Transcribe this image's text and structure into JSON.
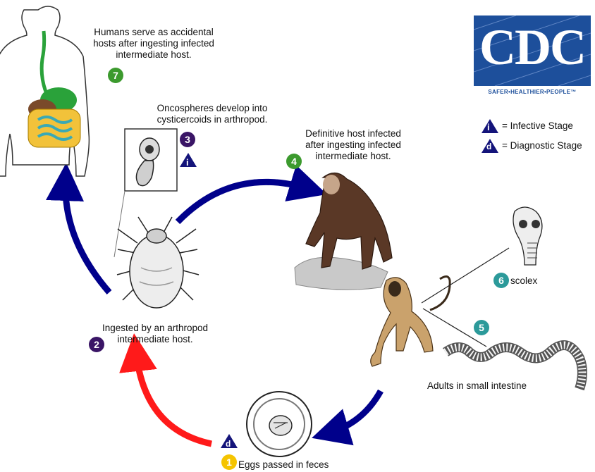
{
  "logo": {
    "text": "CDC",
    "tagline": "SAFER•HEALTHIER•PEOPLE™"
  },
  "legend": {
    "infective": {
      "symbol": "i",
      "text": "= Infective Stage"
    },
    "diagnostic": {
      "symbol": "d",
      "text": "= Diagnostic Stage"
    }
  },
  "steps": {
    "s1": {
      "num": "1",
      "text": "Eggs passed in feces"
    },
    "s2": {
      "num": "2",
      "line1": "Ingested by an arthropod",
      "line2": "intermediate host."
    },
    "s3": {
      "num": "3",
      "line1": "Oncospheres develop into",
      "line2": "cysticercoids in arthropod."
    },
    "s4": {
      "num": "4",
      "line1": "Definitive host infected",
      "line2": "after ingesting infected",
      "line3": "intermediate host."
    },
    "s5": {
      "num": "5",
      "text": "Adults in small intestine"
    },
    "s6": {
      "num": "6",
      "text": "scolex"
    },
    "s7": {
      "num": "7",
      "line1": "Humans serve as accidental",
      "line2": "hosts after ingesting infected",
      "line3": "intermediate host."
    }
  },
  "colors": {
    "arrow_blue": "#00008b",
    "arrow_red": "#ff1a1a",
    "step_green": "#3c9a2e",
    "step_purple": "#3a1566",
    "step_teal": "#2c9a9a",
    "step_yellow": "#f5c400",
    "legend_navy": "#14147a",
    "cdc_blue": "#1d4f9b"
  },
  "icons": [
    "human-body-icon",
    "arthropod-mite-icon",
    "cysticercoid-icon",
    "chimpanzee-icon",
    "monkey-icon",
    "egg-icon",
    "adult-tapeworm-icon",
    "scolex-icon"
  ]
}
